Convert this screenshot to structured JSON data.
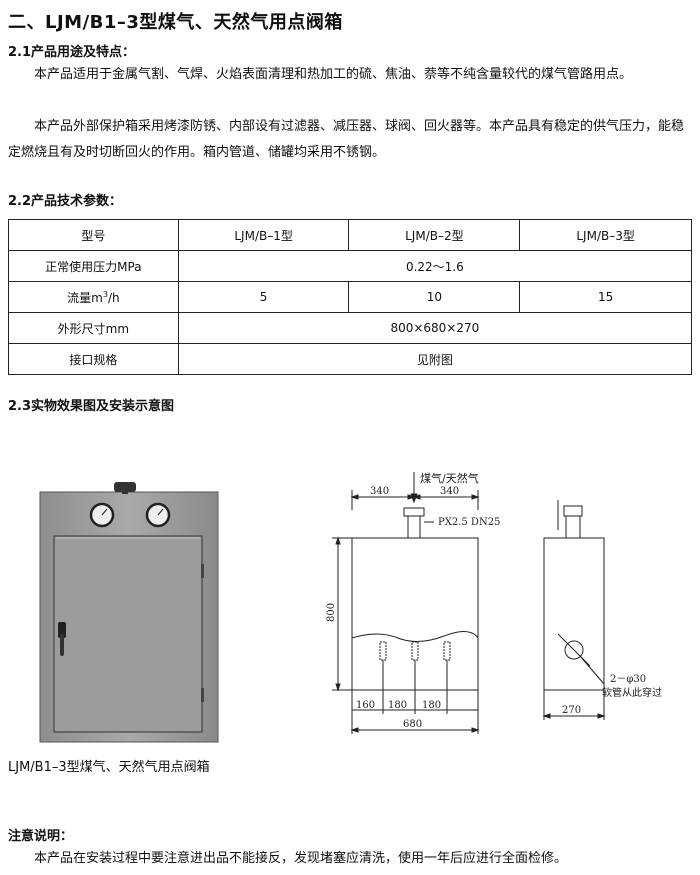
{
  "section_title": "二、LJM/B1–3型煤气、天然气用点阀箱",
  "s21": {
    "heading": "2.1产品用途及特点：",
    "p1": "本产品适用于金属气割、气焊、火焰表面清理和热加工的硫、焦油、萘等不纯含量较代的煤气管路用点。",
    "p2": "本产品外部保护箱采用烤漆防锈、内部设有过滤器、减压器、球阀、回火器等。本产品具有稳定的供气压力，能稳定燃烧且有及时切断回火的作用。箱内管道、储罐均采用不锈钢。"
  },
  "s22": {
    "heading": "2.2产品技术参数：",
    "header": [
      "型号",
      "LJM/B–1型",
      "LJM/B–2型",
      "LJM/B–3型"
    ],
    "row_pressure": {
      "label": "正常使用压力MPa",
      "value": "0.22～1.6"
    },
    "row_flow": {
      "label_pre": "流量m",
      "label_sup": "3",
      "label_post": "/h",
      "values": [
        "5",
        "10",
        "15"
      ]
    },
    "row_size": {
      "label": "外形尺寸mm",
      "value": "800×680×270"
    },
    "row_port": {
      "label": "接口规格",
      "value": "见附图"
    }
  },
  "s23": {
    "heading": "2.3实物效果图及安装示意图",
    "caption": "LJM/B1–3型煤气、天然气用点阀箱",
    "drawing": {
      "gas_label": "煤气/天然气",
      "dim_left": "340",
      "dim_right": "340",
      "port_label": "PX2.5 DN25",
      "height": "800",
      "bottom_dims": [
        "160",
        "180",
        "180"
      ],
      "width": "680",
      "hole_label": "2－φ30",
      "hole_note": "软管从此穿过",
      "depth": "270"
    }
  },
  "notes": {
    "heading": "注意说明：",
    "text": "本产品在安装过程中要注意进出品不能接反，发现堵塞应清洗，使用一年后应进行全面检修。"
  }
}
